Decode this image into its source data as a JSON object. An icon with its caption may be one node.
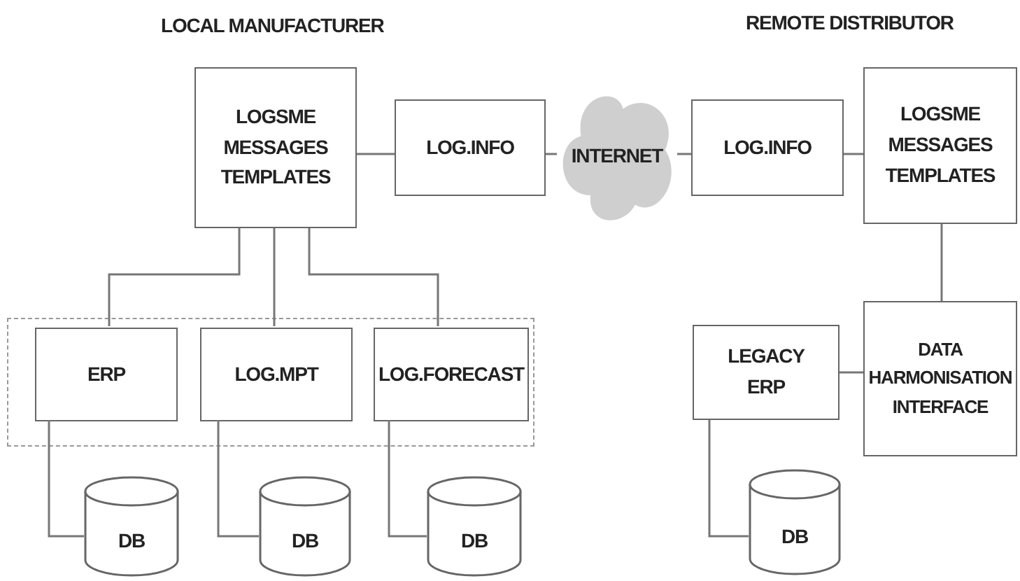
{
  "diagram": {
    "nodes": [
      {
        "text": [
          "LOGSME MESSAGES TEMPLATES"
        ]
      },
      {
        "text": [
          "LOG.INFO"
        ]
      },
      {
        "text": [
          "INTERNET"
        ]
      },
      {
        "text": [
          "LOG.INFO"
        ]
      },
      {
        "text": [
          "LOGSME MESSAGES TEMPLATES"
        ]
      },
      {
        "text": [],
        "shape": "box"
      },
      {
        "text": [
          "ERP"
        ],
        "in": 5
      },
      {
        "text": [
          "LOG.MPT"
        ],
        "in": 5
      },
      {
        "text": [
          "LOG.FORECAST"
        ],
        "in": 5
      },
      {
        "text": [
          "DATA HARMONISATION INTERFACE"
        ]
      },
      {
        "text": [
          "LEGACY ERP"
        ]
      },
      {
        "text": [
          "DB"
        ]
      },
      {
        "text": [
          "DB"
        ]
      },
      {
        "text": [
          "DB"
        ]
      },
      {
        "text": [
          "DB"
        ]
      }
    ],
    "edges": [
      {
        "from": 0,
        "to": 1,
        "arrow": "none"
      },
      {
        "from": 1,
        "to": 2,
        "arrow": "none"
      },
      {
        "from": 2,
        "to": 3,
        "arrow": "none"
      },
      {
        "from": 3,
        "to": 4,
        "arrow": "none"
      },
      {
        "from": 0,
        "to": 6,
        "arrow": "none"
      },
      {
        "from": 0,
        "to": 7,
        "arrow": "none"
      },
      {
        "from": 0,
        "to": 8,
        "arrow": "none"
      },
      {
        "from": 4,
        "to": 9,
        "arrow": "none"
      },
      {
        "from": 10,
        "to": 9,
        "arrow": "none"
      },
      {
        "from": 6,
        "to": 11,
        "arrow": "none"
      },
      {
        "from": 7,
        "to": 12,
        "arrow": "none"
      },
      {
        "from": 8,
        "to": 13,
        "arrow": "none"
      },
      {
        "from": 10,
        "to": 14,
        "arrow": "none"
      }
    ],
    "labels": [
      "LOCAL MANUFACTURER",
      "REMOTE DISTRIBUTOR"
    ]
  }
}
